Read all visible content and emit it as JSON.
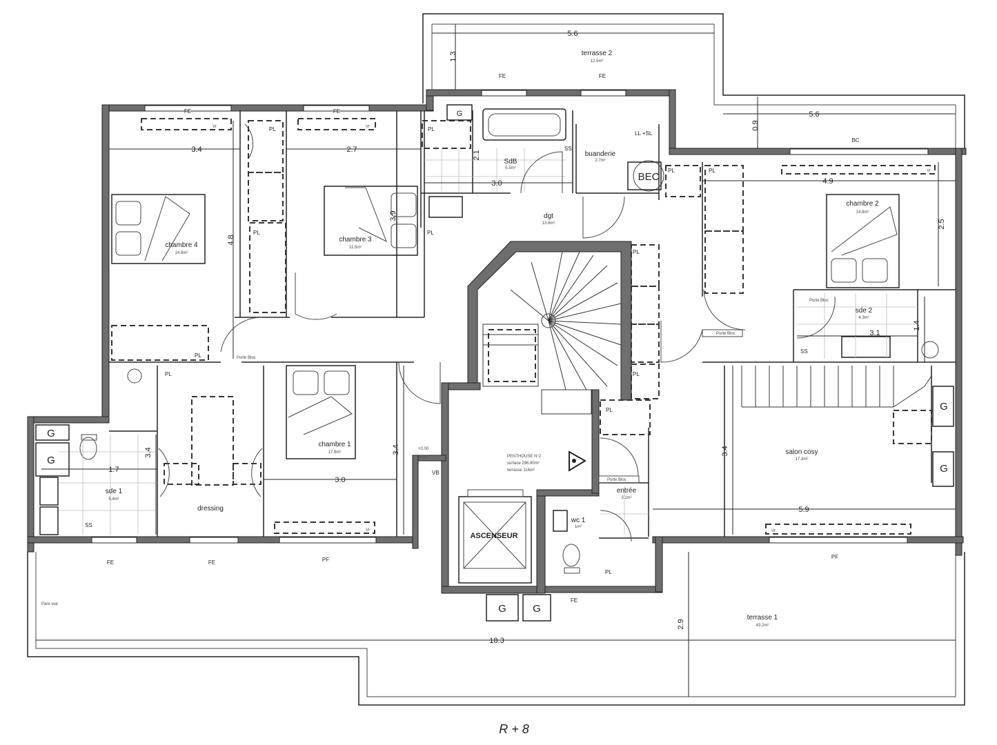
{
  "drawing": {
    "level_title": "R + 8",
    "rooms": [
      {
        "id": "terrasse2",
        "name": "terrasse 2",
        "area": "12.5m²"
      },
      {
        "id": "chambre4",
        "name": "chambre 4",
        "area": "14.6m²"
      },
      {
        "id": "chambre3",
        "name": "chambre 3",
        "area": "11.5m²"
      },
      {
        "id": "sdb",
        "name": "SdB",
        "area": "5.5m²"
      },
      {
        "id": "buanderie",
        "name": "buanderie",
        "area": "2.7m²"
      },
      {
        "id": "dgt",
        "name": "dgt",
        "area": "13.8m²"
      },
      {
        "id": "chambre2",
        "name": "chambre 2",
        "area": "14.8m²"
      },
      {
        "id": "sde2",
        "name": "sde 2",
        "area": "4.3m²"
      },
      {
        "id": "chambre1",
        "name": "chambre 1",
        "area": "17.8m²"
      },
      {
        "id": "sde1",
        "name": "sde 1",
        "area": "5.4m²"
      },
      {
        "id": "dressing",
        "name": "dressing",
        "area": ""
      },
      {
        "id": "entree",
        "name": "entrée",
        "area": "3.1m²"
      },
      {
        "id": "wc1",
        "name": "wc 1",
        "area": "1m²"
      },
      {
        "id": "salon",
        "name": "salon cosy",
        "area": "17.3m²"
      },
      {
        "id": "terrasse1",
        "name": "terrasse 1",
        "area": "43.2m²"
      }
    ],
    "penthouse": {
      "line1": "PENTHOUSE N°2",
      "line2": "surface  296.80m²",
      "line3": "terrasse 116m²"
    },
    "dimensions": {
      "d_5_6a": "5.6",
      "d_1_3": "1.3",
      "d_5_6b": "5.6",
      "d_0_9": "0.9",
      "d_3_4a": "3.4",
      "d_2_7": "2.7",
      "d_2_1": "2.1",
      "d_3_0a": "3.0",
      "d_4_9": "4.9",
      "d_4_8": "4.8",
      "d_3_9": "3.9",
      "d_2_5": "2.5",
      "d_1_4": "1.4",
      "d_3_1": "3.1",
      "d_1_7": "1.7",
      "d_3_4b": "3.4",
      "d_3_4c": "3.4",
      "d_3_0b": "3.0",
      "d_3_4d": "3.4",
      "d_5_9": "5.9",
      "d_18_3": "18.3",
      "d_2_9": "2.9"
    },
    "codes": {
      "fe": "FE",
      "pf": "PF",
      "vr": "Vr",
      "pl": "PL",
      "bc": "BC",
      "g": "G",
      "ss": "SS",
      "llsl": "LL +SL",
      "bec": "BEC",
      "ascenseur": "ASCENSEUR",
      "vb": "VB",
      "pare_vue": "Pare vue",
      "porte_bloc": "Porte Bloc",
      "lvl1": "+0.00",
      "lvl2": "-0.02"
    }
  }
}
